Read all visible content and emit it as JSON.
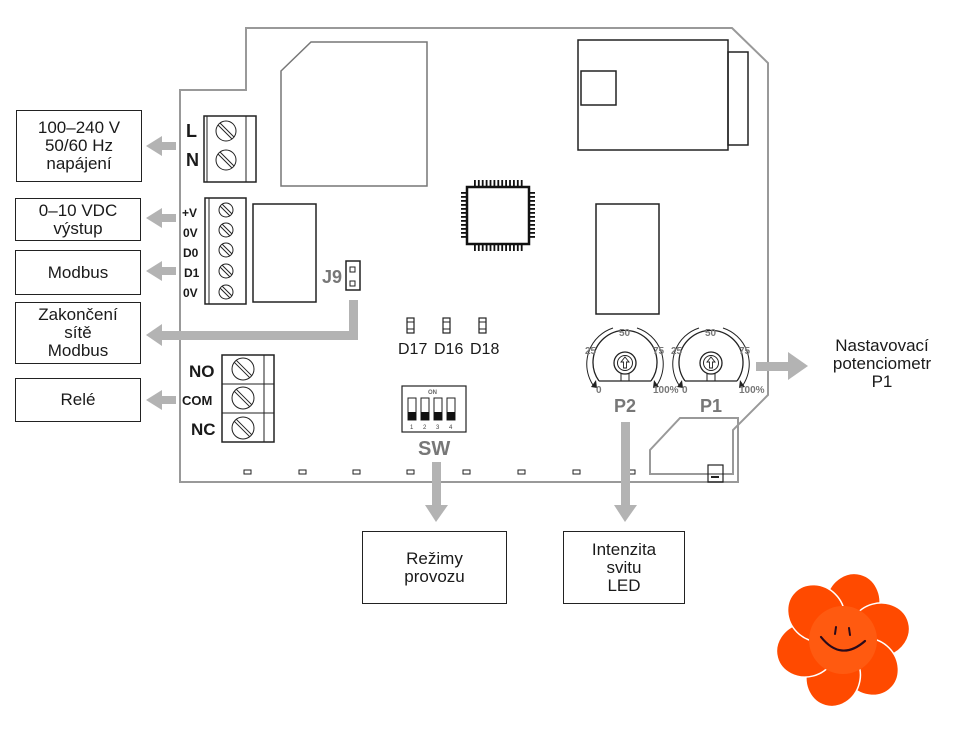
{
  "labels": {
    "power": [
      "100–240 V",
      "50/60 Hz",
      "napájení"
    ],
    "output_0_10": [
      "0–10 VDC",
      "výstup"
    ],
    "modbus": [
      "Modbus"
    ],
    "termination": [
      "Zakončení",
      "sítě",
      "Modbus"
    ],
    "relay": [
      "Relé"
    ],
    "modes": [
      "Režimy",
      "provozu"
    ],
    "led_intensity": [
      "Intenzita",
      "svitu",
      "LED"
    ],
    "potentiometer": [
      "Nastavovací",
      "potenciometr",
      "P1"
    ]
  },
  "terminals": {
    "power": [
      "L",
      "N"
    ],
    "signal": [
      "+V",
      "0V",
      "D0",
      "D1",
      "0V"
    ],
    "relay": [
      "NO",
      "COM",
      "NC"
    ]
  },
  "jumper": "J9",
  "leds": [
    "D17",
    "D16",
    "D18"
  ],
  "dip_switch": {
    "name": "SW",
    "on_label": "ON",
    "positions": [
      "1",
      "2",
      "3",
      "4"
    ]
  },
  "potentiometers": [
    {
      "name": "P2",
      "scale": [
        "0",
        "25",
        "50",
        "75",
        "100%"
      ]
    },
    {
      "name": "P1",
      "scale": [
        "0",
        "25",
        "50",
        "75",
        "100%"
      ]
    }
  ],
  "colors": {
    "arrow": "#b3b3b3",
    "board_outline": "#999999",
    "flower": "#ff4a00",
    "flower_center": "#ff5a10"
  }
}
